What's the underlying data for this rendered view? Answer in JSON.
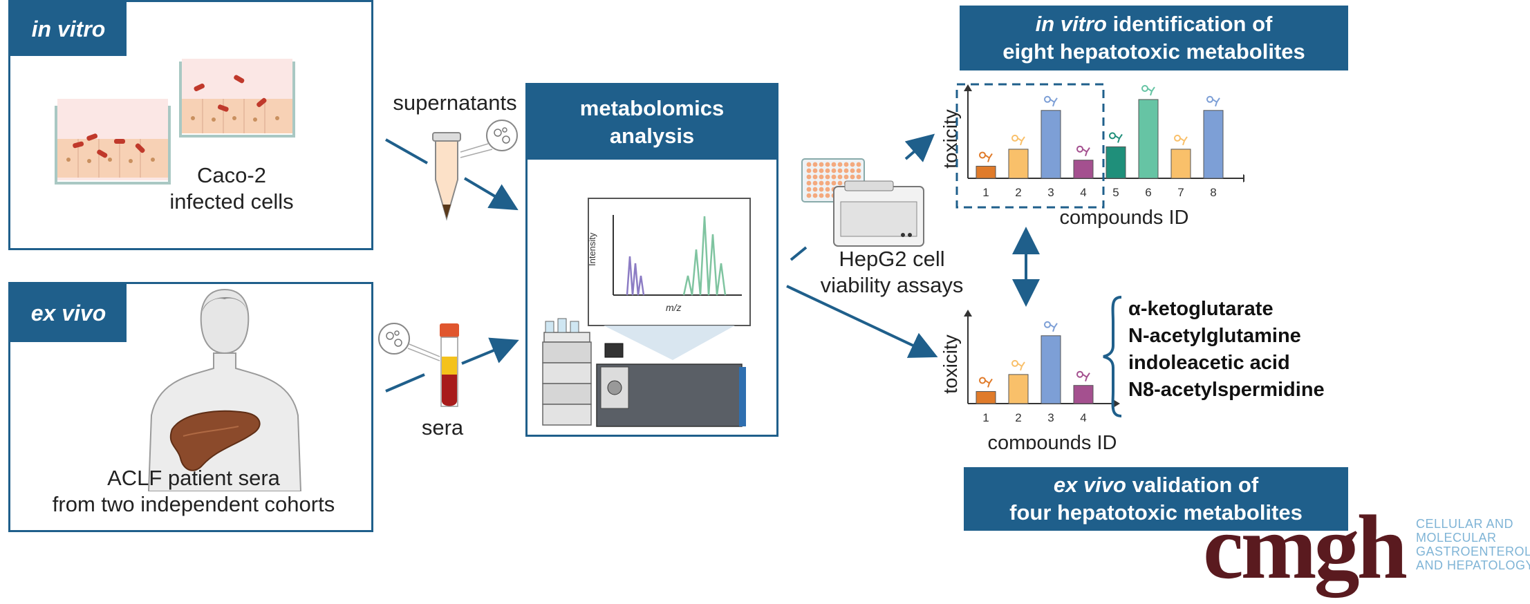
{
  "in_vitro_panel": {
    "tag": "in vitro",
    "label_line1": "Caco-2",
    "label_line2": "infected cells"
  },
  "ex_vivo_panel": {
    "tag": "ex vivo",
    "label_line1": "ACLF patient sera",
    "label_line2": "from two independent cohorts"
  },
  "supernatants_label": "supernatants",
  "sera_label": "sera",
  "metabolomics": {
    "title_line1": "metabolomics",
    "title_line2": "analysis",
    "spectrum_ylabel": "Intensity",
    "spectrum_xlabel": "m/z"
  },
  "hepg2": {
    "line1": "HepG2 cell",
    "line2": "viability assays"
  },
  "top_banner": {
    "italic": "in vitro",
    "rest_line1": " identification of",
    "line2": "eight hepatotoxic metabolites"
  },
  "bottom_banner": {
    "italic": "ex vivo",
    "rest_line1": " validation of",
    "line2": "four hepatotoxic metabolites"
  },
  "metabolites": [
    "α-ketoglutarate",
    "N-acetylglutamine",
    "indoleacetic acid",
    "N8-acetylspermidine"
  ],
  "chart_data": [
    {
      "type": "bar",
      "ylabel": "toxicity",
      "xlabel": "compounds ID",
      "categories": [
        "1",
        "2",
        "3",
        "4",
        "5",
        "6",
        "7",
        "8"
      ],
      "values": [
        1,
        2.4,
        5.6,
        1.5,
        2.6,
        6.5,
        2.4,
        5.6
      ],
      "colors": [
        "#e07b2a",
        "#f9c06a",
        "#7d9fd6",
        "#a4508f",
        "#1f8f7a",
        "#66c4a4",
        "#f9c06a",
        "#7d9fd6"
      ],
      "highlight_box_categories": [
        "1",
        "2",
        "3",
        "4"
      ]
    },
    {
      "type": "bar",
      "ylabel": "toxicity",
      "xlabel": "compounds ID",
      "categories": [
        "1",
        "2",
        "3",
        "4"
      ],
      "values": [
        1,
        2.4,
        5.6,
        1.5
      ],
      "colors": [
        "#e07b2a",
        "#f9c06a",
        "#7d9fd6",
        "#a4508f"
      ]
    }
  ],
  "brand": {
    "logo": "cmgh",
    "lines": [
      "CELLULAR AND",
      "MOLECULAR",
      "GASTROENTEROLOGY",
      "AND HEPATOLOGY"
    ]
  }
}
